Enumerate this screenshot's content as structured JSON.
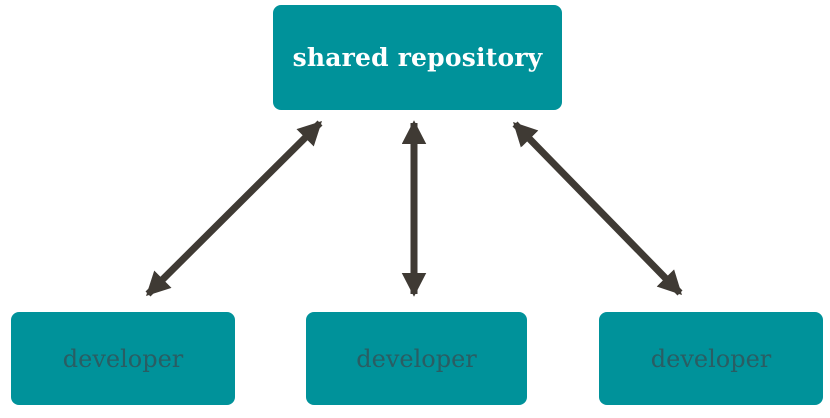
{
  "diagram": {
    "type": "node-link",
    "nodes": {
      "repository": {
        "label": "shared repository"
      },
      "developers": [
        {
          "label": "developer"
        },
        {
          "label": "developer"
        },
        {
          "label": "developer"
        }
      ]
    },
    "edges": [
      {
        "from": "developer-1",
        "to": "shared-repository",
        "direction": "bidirectional"
      },
      {
        "from": "developer-2",
        "to": "shared-repository",
        "direction": "bidirectional"
      },
      {
        "from": "developer-3",
        "to": "shared-repository",
        "direction": "bidirectional"
      }
    ],
    "colors": {
      "node_fill": "#00929a",
      "repository_text": "#ffffff",
      "developer_text": "#2a5d63",
      "arrow": "#3f3a34",
      "background": "#ffffff"
    }
  }
}
